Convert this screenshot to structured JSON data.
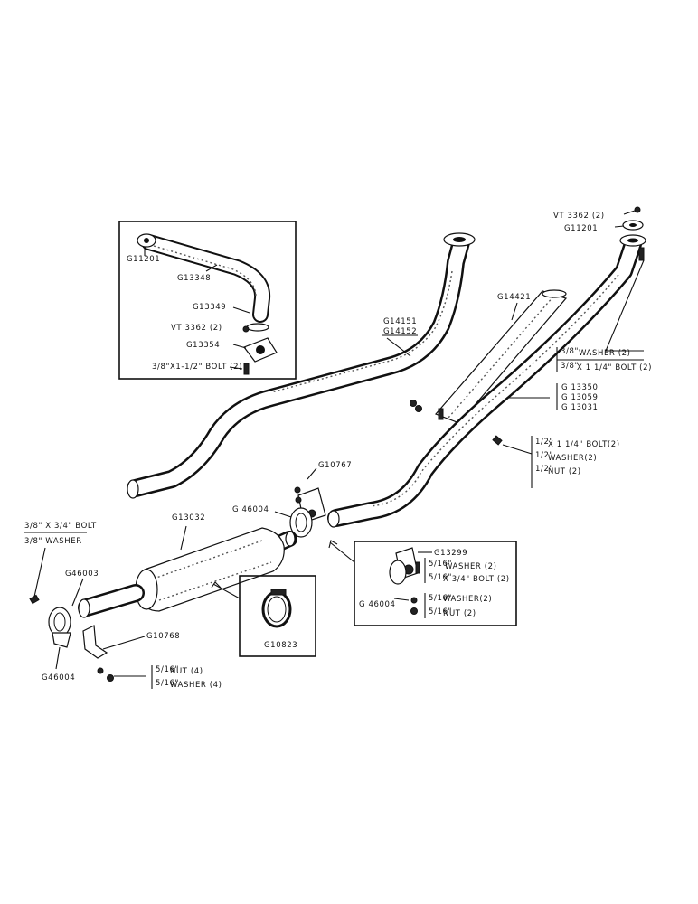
{
  "labels": {
    "vt3362_top": "VT 3362 (2)",
    "g11201_top": "G11201",
    "washer2_top": "WASHER (2)",
    "washer2_top_frac": "3/8\"",
    "bolt2_top": "X 1 1/4\" BOLT (2)",
    "bolt2_top_frac": "3/8\"",
    "g13350": "G 13350",
    "g13059": "G 13059",
    "g13031": "G 13031",
    "g14421": "G14421",
    "g14151": "G14151",
    "g14152": "G14152",
    "bolt2_mid": "X 1 1/4\" BOLT(2)",
    "bolt2_mid_frac": "1/2\"",
    "washer2_mid": "WASHER(2)",
    "washer2_mid_frac": "1/2\"",
    "nut2_mid": "NUT (2)",
    "nut2_mid_frac": "1/2\"",
    "inset_g11201": "G11201",
    "inset_g13348": "G13348",
    "inset_g13349": "G13349",
    "inset_vt3362": "VT 3362 (2)",
    "inset_g13354": "G13354",
    "inset_bolt": "3/8\"X1-1/2\" BOLT (2)",
    "g10767": "G10767",
    "g46004_mid": "G 46004",
    "g13032": "G13032",
    "bolt_left": "3/8\" X 3/4\" BOLT",
    "washer_left": "3/8\" WASHER",
    "g46003": "G46003",
    "g46004_left": "G46004",
    "g10768": "G10768",
    "nut4": "NUT (4)",
    "nut4_frac": "5/16\"",
    "washer4": "WASHER (4)",
    "washer4_frac": "5/16\"",
    "g10823": "G10823",
    "g13299": "G13299",
    "inset2_washer": "WASHER (2)",
    "inset2_washer_frac": "5/16\"",
    "inset2_bolt": "X 3/4\" BOLT (2)",
    "inset2_bolt_frac": "5/16\"",
    "g46004_inset2": "G 46004",
    "inset2_washer_b": "WASHER(2)",
    "inset2_washer_b_frac": "5/16\"",
    "inset2_nut": "NUT (2)",
    "inset2_nut_frac": "5/16\""
  }
}
